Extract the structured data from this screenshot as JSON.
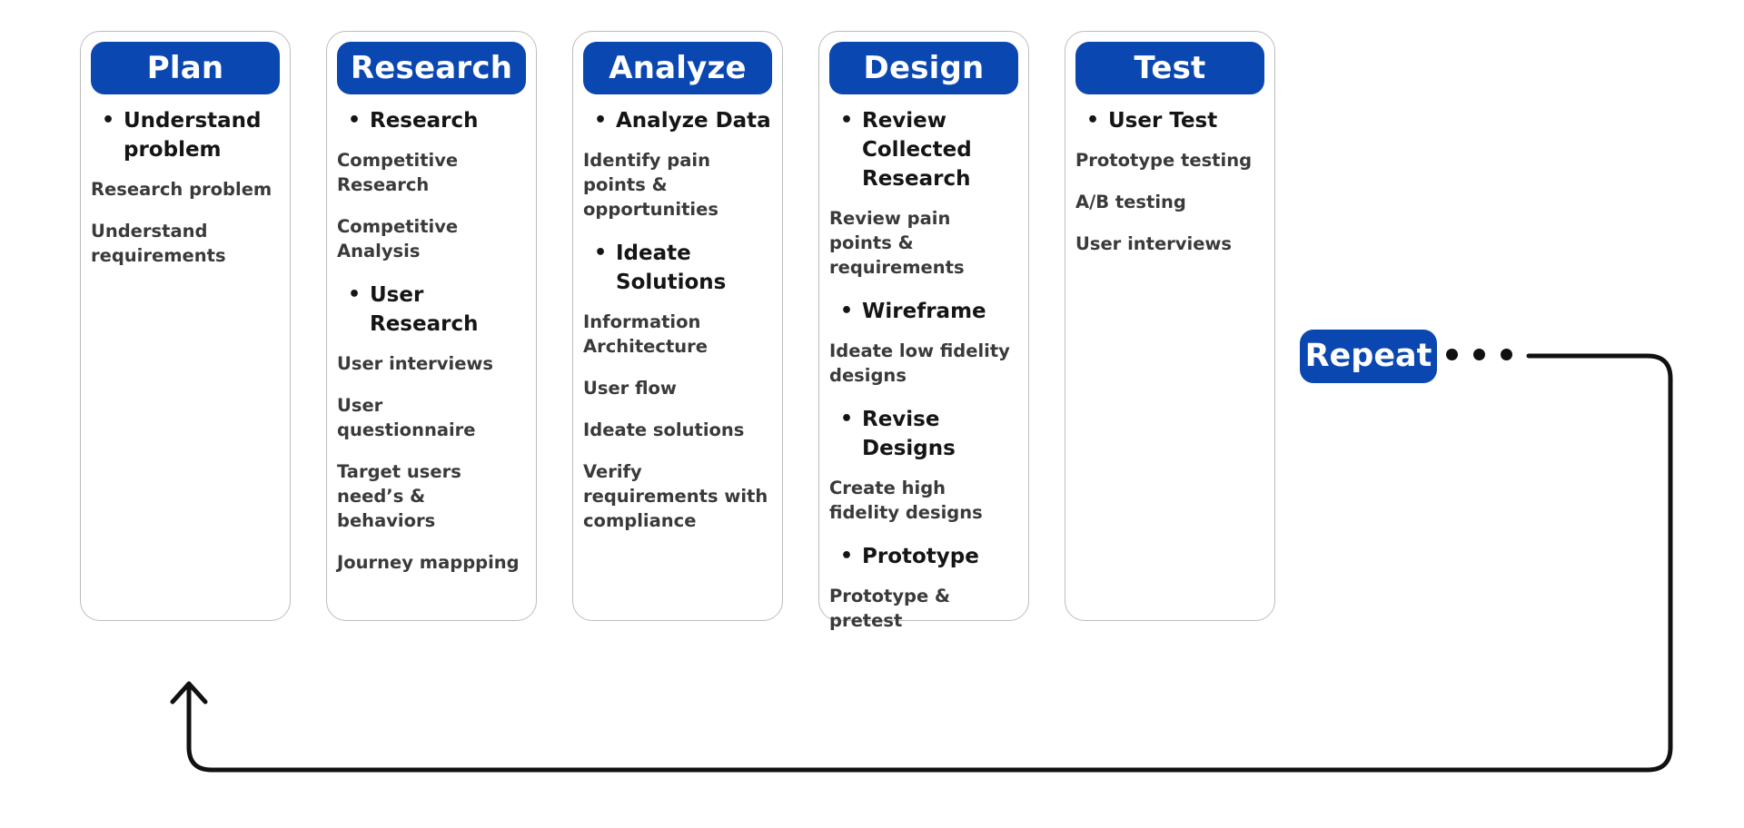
{
  "colors": {
    "accent": "#0b47b0",
    "card_border": "#bdbdbd",
    "arrow": "#111111"
  },
  "stages": [
    {
      "id": "plan",
      "title": "Plan",
      "blocks": [
        {
          "kind": "section",
          "text": "Understand problem"
        },
        {
          "kind": "item",
          "text": "Research problem"
        },
        {
          "kind": "item",
          "text": "Understand requirements"
        }
      ]
    },
    {
      "id": "research",
      "title": "Research",
      "blocks": [
        {
          "kind": "section",
          "text": "Research"
        },
        {
          "kind": "item",
          "text": "Competitive Research"
        },
        {
          "kind": "item",
          "text": "Competitive Analysis"
        },
        {
          "kind": "section",
          "text": "User Research"
        },
        {
          "kind": "item",
          "text": "User interviews"
        },
        {
          "kind": "item",
          "text": "User questionnaire"
        },
        {
          "kind": "item",
          "text": "Target users need’s & behaviors"
        },
        {
          "kind": "item",
          "text": "Journey mappping"
        }
      ]
    },
    {
      "id": "analyze",
      "title": "Analyze",
      "blocks": [
        {
          "kind": "section",
          "text": "Analyze Data"
        },
        {
          "kind": "item",
          "text": "Identify pain points & opportunities"
        },
        {
          "kind": "section",
          "text": "Ideate Solutions"
        },
        {
          "kind": "item",
          "text": "Information Architecture"
        },
        {
          "kind": "item",
          "text": "User flow"
        },
        {
          "kind": "item",
          "text": "Ideate solutions"
        },
        {
          "kind": "item",
          "text": "Verify requirements with compliance"
        }
      ]
    },
    {
      "id": "design",
      "title": "Design",
      "blocks": [
        {
          "kind": "section",
          "text": "Review Collected Research"
        },
        {
          "kind": "item",
          "text": "Review pain points & requirements"
        },
        {
          "kind": "section",
          "text": "Wireframe"
        },
        {
          "kind": "item",
          "text": "Ideate low fidelity designs"
        },
        {
          "kind": "section",
          "text": "Revise Designs"
        },
        {
          "kind": "item",
          "text": "Create high fidelity designs"
        },
        {
          "kind": "section",
          "text": "Prototype"
        },
        {
          "kind": "item",
          "text": "Prototype & pretest"
        }
      ]
    },
    {
      "id": "test",
      "title": "Test",
      "blocks": [
        {
          "kind": "section",
          "text": "User Test"
        },
        {
          "kind": "item",
          "text": "Prototype testing"
        },
        {
          "kind": "item",
          "text": "A/B testing"
        },
        {
          "kind": "item",
          "text": "User interviews"
        }
      ]
    }
  ],
  "repeat": {
    "label": "Repeat"
  }
}
